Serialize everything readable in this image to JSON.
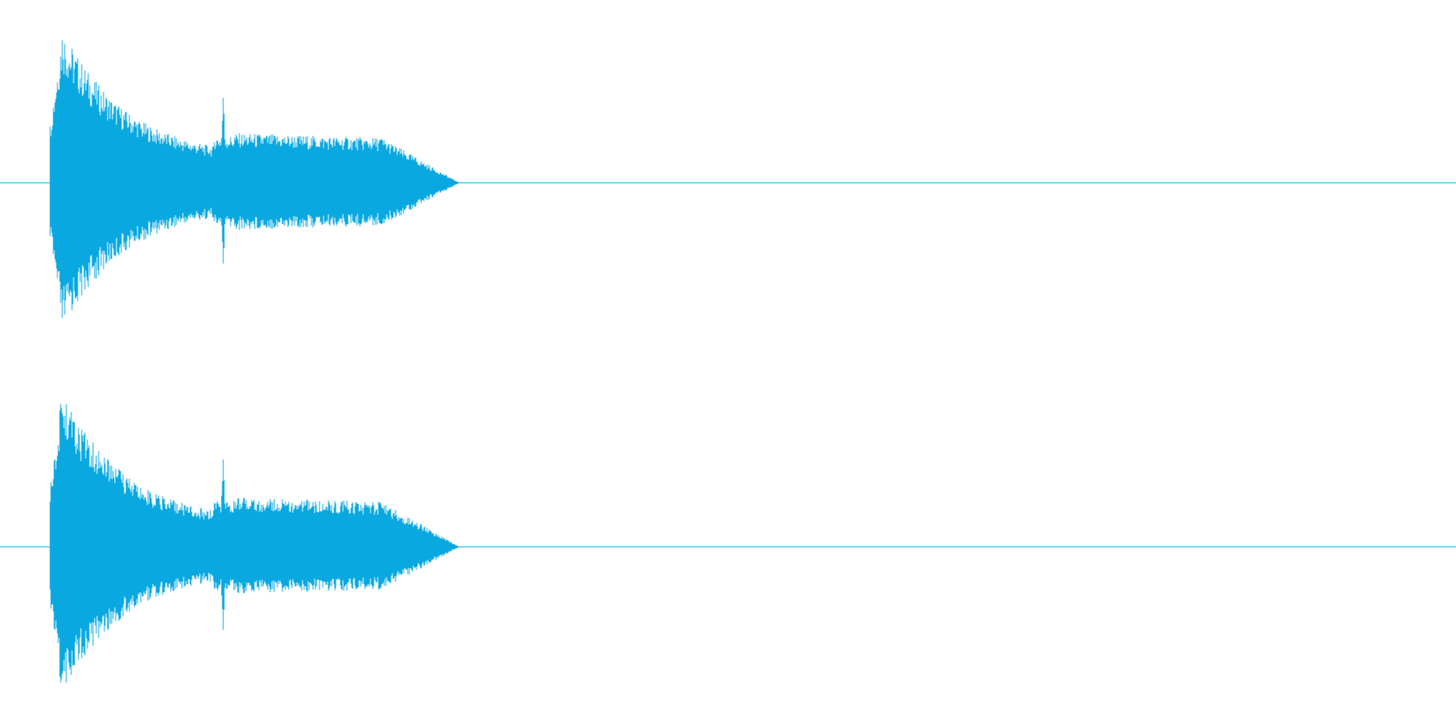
{
  "waveform": {
    "color": "#0aa8e0",
    "background": "#ffffff",
    "channels": [
      {
        "name": ""
      },
      {
        "name": ""
      }
    ],
    "envelope": {
      "attack_peak": 1.0,
      "first_decay_level": 0.42,
      "transient_level": 0.6,
      "sustain_level": 0.28,
      "tail_end_level": 0.0
    }
  }
}
